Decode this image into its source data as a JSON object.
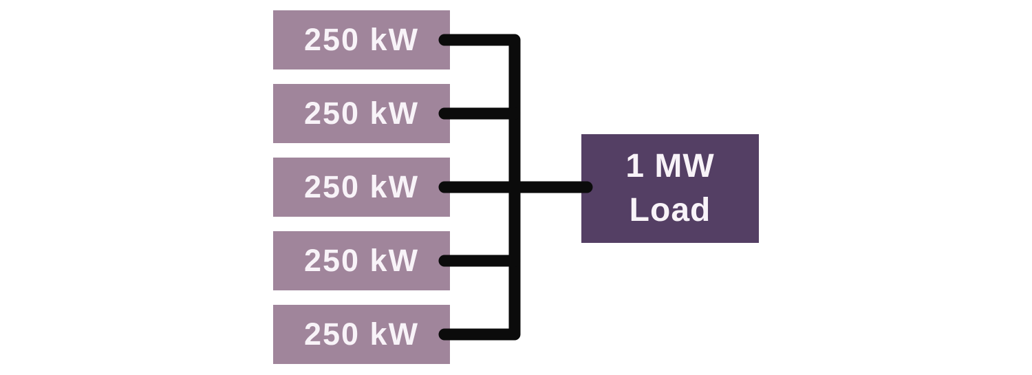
{
  "colors": {
    "background": "#ffffff",
    "connector": "#0b0b0b",
    "source_box": "#a0859b",
    "load_box": "#543f64",
    "label_text": "#f8f3f8"
  },
  "diagram": {
    "sources": [
      {
        "label": "250 kW"
      },
      {
        "label": "250 kW"
      },
      {
        "label": "250 kW"
      },
      {
        "label": "250 kW"
      },
      {
        "label": "250 kW"
      }
    ],
    "load": {
      "line1": "1 MW",
      "line2": "Load"
    }
  }
}
